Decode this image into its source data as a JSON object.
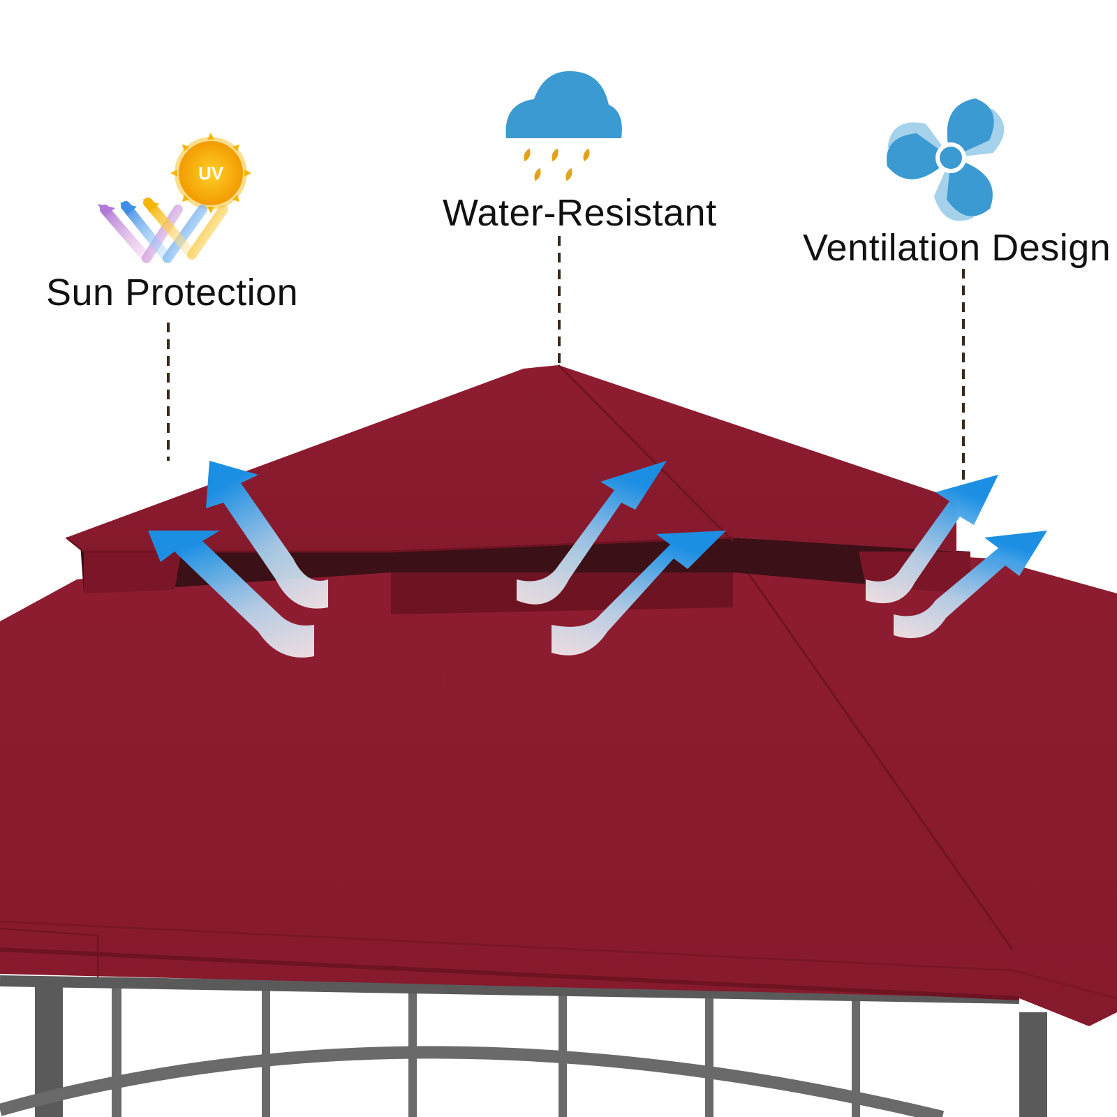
{
  "colors": {
    "canopy": "#8a1b2e",
    "canopy_shadow": "#6e1322",
    "frame": "#5a5a5a",
    "icon_blue": "#3b9ad1",
    "rain_drop": "#e3a21a",
    "sun": "#f7b500",
    "arrow_blue": "#1e8fe0",
    "dash_line": "#3a2a1a"
  },
  "features": {
    "sun": {
      "label": "Sun Protection",
      "badge": "UV",
      "icon": "sun-uv-icon"
    },
    "water": {
      "label": "Water-Resistant",
      "icon": "rain-cloud-icon"
    },
    "ventilation": {
      "label": "Ventilation Design",
      "icon": "fan-icon"
    }
  }
}
